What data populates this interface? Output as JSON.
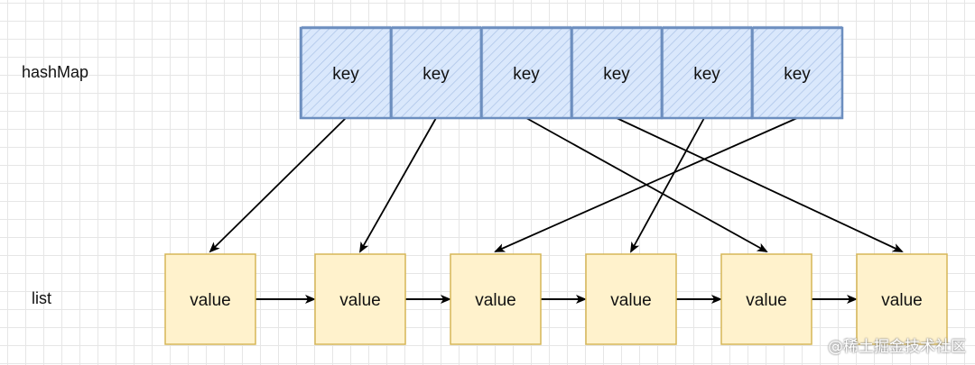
{
  "labels": {
    "hashmap": "hashMap",
    "list": "list"
  },
  "keys": [
    {
      "label": "key",
      "points_to": 0
    },
    {
      "label": "key",
      "points_to": 1
    },
    {
      "label": "key",
      "points_to": 4
    },
    {
      "label": "key",
      "points_to": 5
    },
    {
      "label": "key",
      "points_to": 3
    },
    {
      "label": "key",
      "points_to": 2
    }
  ],
  "values": [
    {
      "label": "value"
    },
    {
      "label": "value"
    },
    {
      "label": "value"
    },
    {
      "label": "value"
    },
    {
      "label": "value"
    },
    {
      "label": "value"
    }
  ],
  "colors": {
    "key_fill": "#dae8fc",
    "key_stroke": "#6c8ebf",
    "value_fill": "#fff2cc",
    "value_stroke": "#d6b656",
    "arrow": "#000000"
  },
  "watermark": "@稀土掘金技术社区"
}
